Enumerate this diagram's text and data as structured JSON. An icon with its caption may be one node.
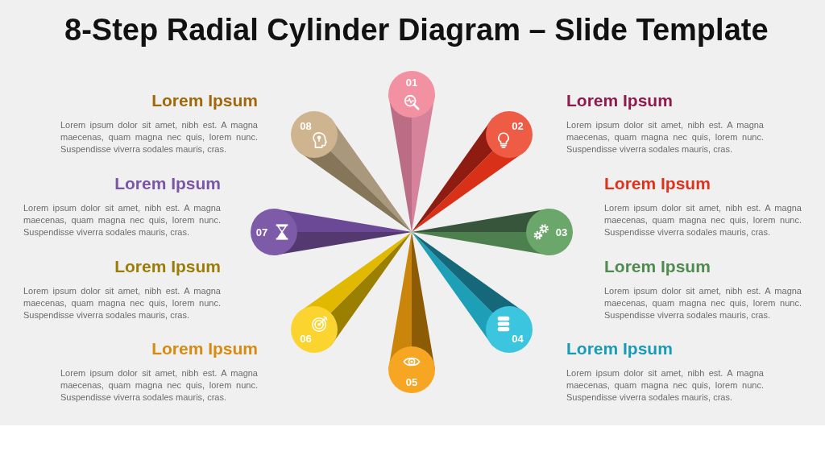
{
  "diagram": {
    "title": "8-Step Radial Cylinder Diagram – Slide Template",
    "nodes": [
      {
        "text": [
          "01"
        ],
        "beside": [
          "Lorem Ipsum",
          "Lorem ipsum dolor sit amet, nibh est. A magna maecenas, quam magna nec quis, lorem nunc. Suspendisse viverra sodales mauris, cras."
        ]
      },
      {
        "text": [
          "02"
        ],
        "beside": [
          "Lorem Ipsum",
          "Lorem ipsum dolor sit amet, nibh est. A magna maecenas, quam magna nec quis, lorem nunc. Suspendisse viverra sodales mauris, cras."
        ]
      },
      {
        "text": [
          "03"
        ],
        "beside": [
          "Lorem Ipsum",
          "Lorem ipsum dolor sit amet, nibh est. A magna maecenas, quam magna nec quis, lorem nunc. Suspendisse viverra sodales mauris, cras."
        ]
      },
      {
        "text": [
          "04"
        ],
        "beside": [
          "Lorem Ipsum",
          "Lorem ipsum dolor sit amet, nibh est. A magna maecenas, quam magna nec quis, lorem nunc. Suspendisse viverra sodales mauris, cras."
        ]
      },
      {
        "text": [
          "05"
        ],
        "beside": [
          "Lorem Ipsum",
          "Lorem ipsum dolor sit amet, nibh est. A magna maecenas, quam magna nec quis, lorem nunc. Suspendisse viverra sodales mauris, cras."
        ]
      },
      {
        "text": [
          "06"
        ],
        "beside": [
          "Lorem Ipsum",
          "Lorem ipsum dolor sit amet, nibh est. A magna maecenas, quam magna nec quis, lorem nunc. Suspendisse viverra sodales mauris, cras."
        ]
      },
      {
        "text": [
          "07"
        ],
        "beside": [
          "Lorem Ipsum",
          "Lorem ipsum dolor sit amet, nibh est. A magna maecenas, quam magna nec quis, lorem nunc. Suspendisse viverra sodales mauris, cras."
        ]
      },
      {
        "text": [
          "08"
        ],
        "beside": [
          "Lorem Ipsum",
          "Lorem ipsum dolor sit amet, nibh est. A magna maecenas, quam magna nec quis, lorem nunc. Suspendisse viverra sodales mauris, cras."
        ]
      }
    ]
  }
}
